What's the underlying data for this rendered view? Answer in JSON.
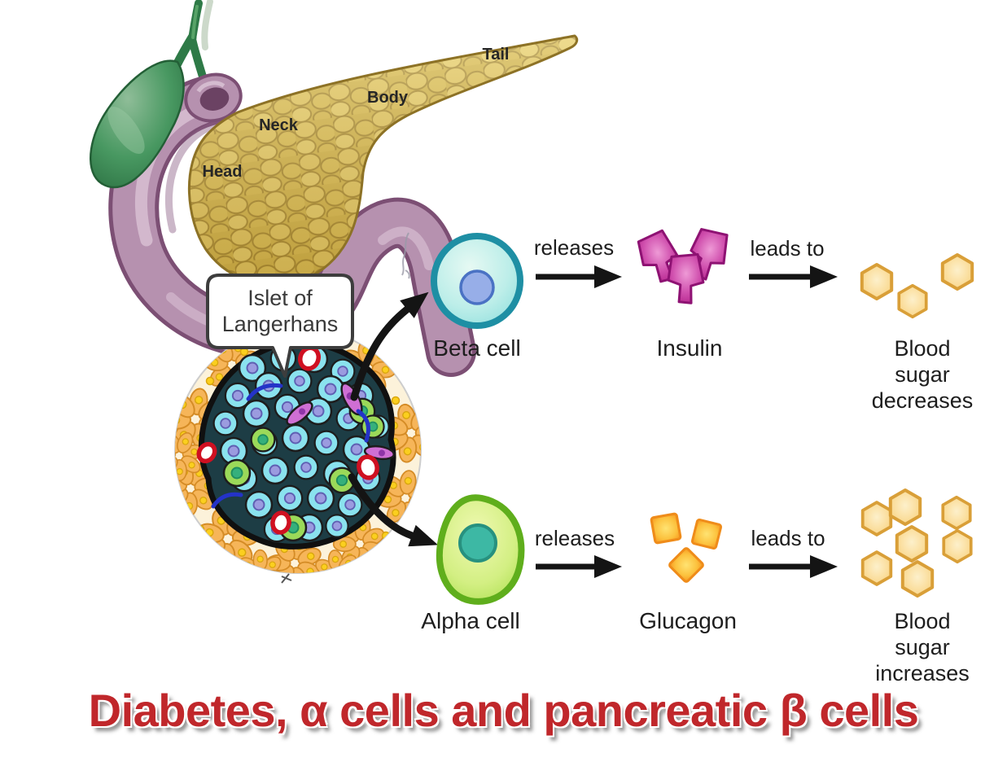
{
  "title": {
    "text": "Diabetes, α cells and pancreatic β cells"
  },
  "anatomy": {
    "labels": {
      "head": "Head",
      "neck": "Neck",
      "body": "Body",
      "tail": "Tail"
    }
  },
  "islet_callout": {
    "line1": "Islet of",
    "line2": "Langerhans"
  },
  "beta_pathway": {
    "cell": "Beta cell",
    "action": "releases",
    "hormone": "Insulin",
    "connector": "leads to",
    "result_line1": "Blood sugar",
    "result_line2": "decreases",
    "glucose_hexagons": 3
  },
  "alpha_pathway": {
    "cell": "Alpha cell",
    "action": "releases",
    "hormone": "Glucagon",
    "connector": "leads to",
    "result_line1": "Blood sugar",
    "result_line2": "increases",
    "glucose_hexagons": 7
  },
  "colors": {
    "title_red": "#c0272b",
    "pancreas_yellow": "#d2b348",
    "duodenum_mauve": "#b691af",
    "gallbladder_green": "#2f7d4a",
    "islet_cell_cyan": "#8ae2ee",
    "islet_alpha_green": "#9bd959",
    "acinar_orange": "#f6b559",
    "beta_cell_border": "#1e8fa4",
    "beta_nucleus_blue": "#97aee8",
    "alpha_cell_border": "#5fae1c",
    "alpha_nucleus_teal": "#3db8a4",
    "insulin_magenta": "#bc2390",
    "glucagon_orange": "#f89d22",
    "glucose_fill": "#f8cf7f",
    "glucose_border": "#d99f38",
    "arrow_black": "#141414"
  }
}
